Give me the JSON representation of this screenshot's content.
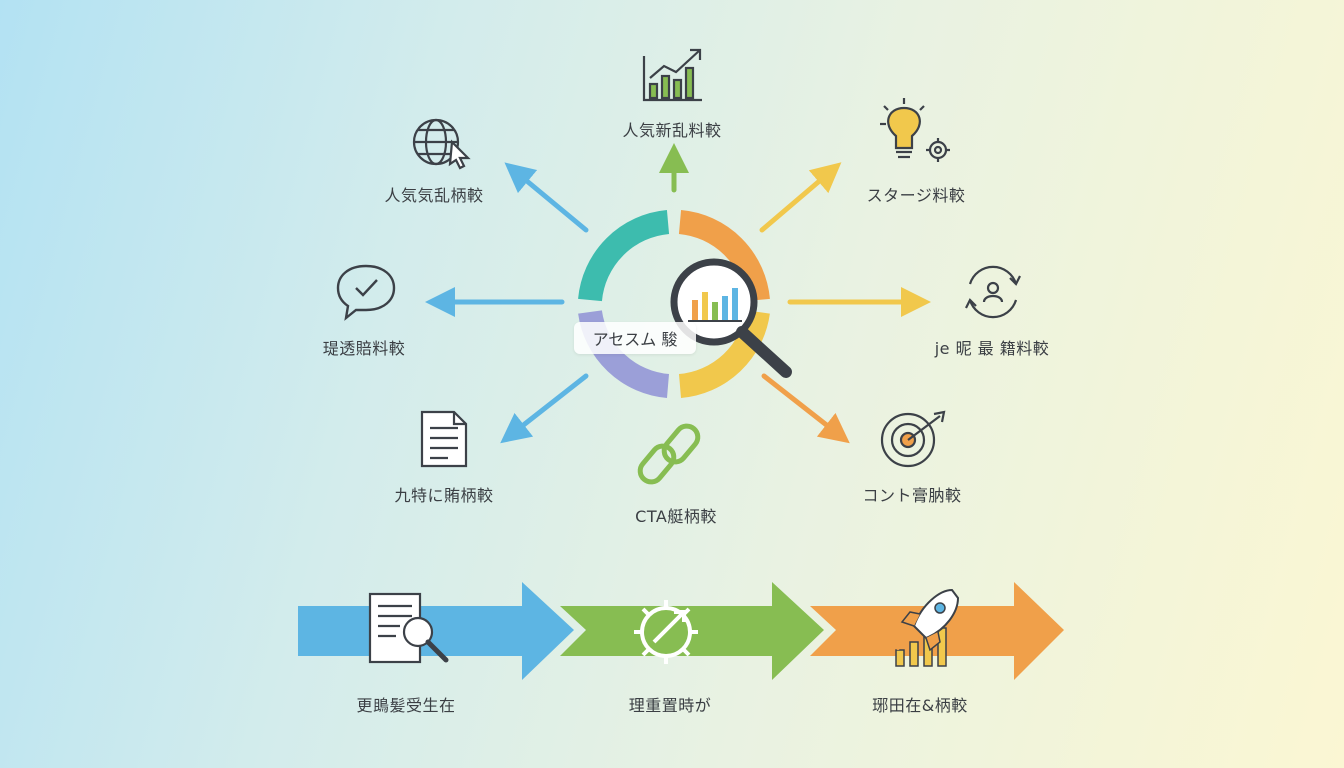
{
  "center": {
    "label": "アセスム 駿"
  },
  "nodes": [
    {
      "id": "top",
      "label": "人気新乱料較",
      "icon": "bar-chart-up-icon"
    },
    {
      "id": "top-left",
      "label": "人気気乱柄較",
      "icon": "globe-cursor-icon"
    },
    {
      "id": "top-right",
      "label": "スタージ料較",
      "icon": "lightbulb-gear-icon"
    },
    {
      "id": "left",
      "label": "瑅透賠料較",
      "icon": "chat-check-icon"
    },
    {
      "id": "right",
      "label": "je 昵 最 籍料較",
      "icon": "user-refresh-icon"
    },
    {
      "id": "bottom-left",
      "label": "九特に賄柄較",
      "icon": "document-icon"
    },
    {
      "id": "bottom",
      "label": "CTA艇柄較",
      "icon": "chain-link-icon"
    },
    {
      "id": "bottom-right",
      "label": "コント膏肭較",
      "icon": "target-dart-icon"
    }
  ],
  "process": [
    {
      "label": "更鴡髪受生在",
      "icon": "document-magnifier-icon",
      "color": "#5db5e3"
    },
    {
      "label": "理重置時が",
      "icon": "gear-arrow-icon",
      "color": "#87bd52"
    },
    {
      "label": "琊田在&柄較",
      "icon": "rocket-chart-icon",
      "color": "#f0a04a"
    }
  ],
  "colors": {
    "teal": "#3dbcae",
    "orange": "#f0a04a",
    "yellow": "#f1c84c",
    "purple": "#9b9fd8",
    "blue": "#5db5e3",
    "green": "#87bd52",
    "dark": "#3c4148"
  }
}
